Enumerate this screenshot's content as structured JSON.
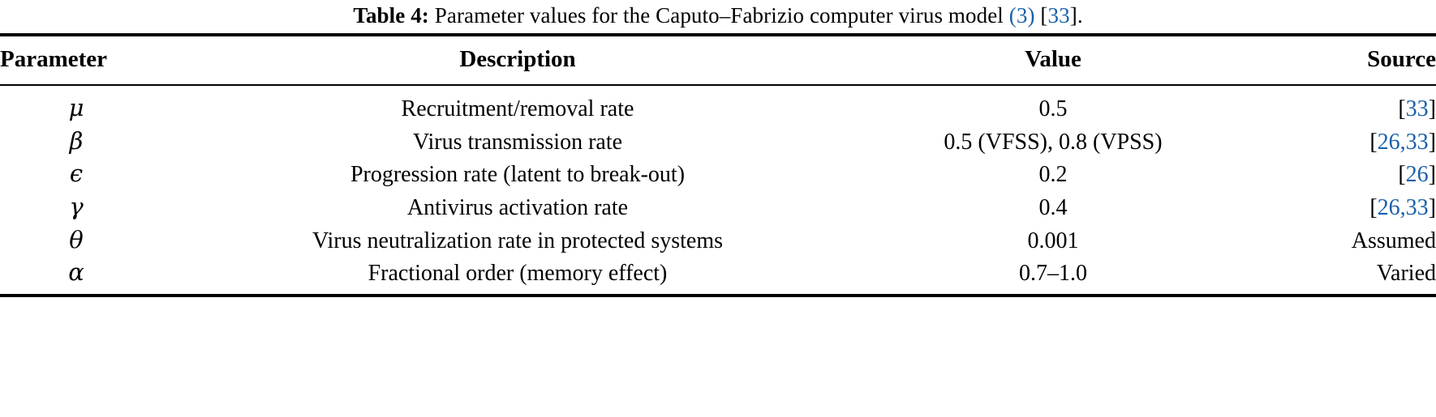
{
  "caption": {
    "label": "Table 4:",
    "text_before": "Parameter values for the Caputo–Fabrizio computer virus model",
    "eq_ref": "(3)",
    "bracket_open": "[",
    "cite_ref": "33",
    "bracket_close": "]",
    "period": "."
  },
  "colors": {
    "link": "#1a60ab",
    "text": "#000000",
    "background": "#ffffff",
    "rule": "#000000"
  },
  "table": {
    "headers": {
      "parameter": "Parameter",
      "description": "Description",
      "value": "Value",
      "source": "Source"
    },
    "rows": [
      {
        "parameter": "μ",
        "description": "Recruitment/removal rate",
        "value": "0.5",
        "source_prefix": "[",
        "source_refs": "33",
        "source_suffix": "]",
        "source_plain": ""
      },
      {
        "parameter": "β",
        "description": "Virus transmission rate",
        "value": "0.5 (VFSS), 0.8 (VPSS)",
        "source_prefix": "[",
        "source_refs": "26,33",
        "source_suffix": "]",
        "source_plain": ""
      },
      {
        "parameter": "ϵ",
        "description": "Progression rate (latent to break-out)",
        "value": "0.2",
        "source_prefix": "[",
        "source_refs": "26",
        "source_suffix": "]",
        "source_plain": ""
      },
      {
        "parameter": "γ",
        "description": "Antivirus activation rate",
        "value": "0.4",
        "source_prefix": "[",
        "source_refs": "26,33",
        "source_suffix": "]",
        "source_plain": ""
      },
      {
        "parameter": "θ",
        "description": "Virus neutralization rate in protected systems",
        "value": "0.001",
        "source_prefix": "",
        "source_refs": "",
        "source_suffix": "",
        "source_plain": "Assumed"
      },
      {
        "parameter": "α",
        "description": "Fractional order (memory effect)",
        "value": "0.7–1.0",
        "source_prefix": "",
        "source_refs": "",
        "source_suffix": "",
        "source_plain": "Varied"
      }
    ]
  }
}
